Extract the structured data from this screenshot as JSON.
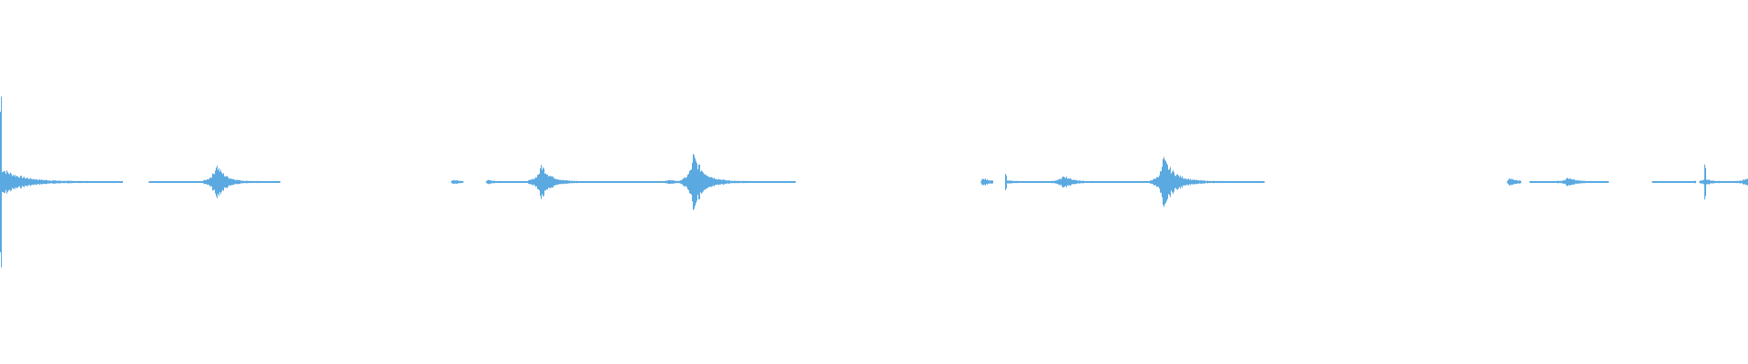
{
  "waveform": {
    "color": "#5aa9e0",
    "background": "#ffffff",
    "peaks": [
      {
        "t": 0.0,
        "amp": 0.42,
        "decay": 0.9
      },
      {
        "t": 0.123,
        "amp": 0.58,
        "decay": 0.35
      },
      {
        "t": 0.259,
        "amp": 0.05,
        "decay": 0.2
      },
      {
        "t": 0.279,
        "amp": 0.04,
        "decay": 0.2
      },
      {
        "t": 0.309,
        "amp": 0.56,
        "decay": 0.35
      },
      {
        "t": 0.383,
        "amp": 0.05,
        "decay": 0.2
      },
      {
        "t": 0.396,
        "amp": 0.85,
        "decay": 0.45
      },
      {
        "t": 0.562,
        "amp": 0.1,
        "decay": 0.25
      },
      {
        "t": 0.575,
        "amp": 0.04,
        "decay": 0.2
      },
      {
        "t": 0.608,
        "amp": 0.2,
        "decay": 0.3
      },
      {
        "t": 0.665,
        "amp": 0.72,
        "decay": 0.5
      },
      {
        "t": 0.863,
        "amp": 0.1,
        "decay": 0.25
      },
      {
        "t": 0.896,
        "amp": 0.12,
        "decay": 0.3
      },
      {
        "t": 0.975,
        "amp": 0.09,
        "decay": 0.2
      },
      {
        "t": 0.999,
        "amp": 0.13,
        "decay": 0.25
      }
    ],
    "segments": [
      {
        "start": 0.0,
        "end": 0.07
      },
      {
        "start": 0.085,
        "end": 0.16
      },
      {
        "start": 0.258,
        "end": 0.265
      },
      {
        "start": 0.278,
        "end": 0.455
      },
      {
        "start": 0.561,
        "end": 0.568
      },
      {
        "start": 0.575,
        "end": 0.723
      },
      {
        "start": 0.862,
        "end": 0.87
      },
      {
        "start": 0.875,
        "end": 0.92
      },
      {
        "start": 0.945,
        "end": 0.97
      },
      {
        "start": 0.972,
        "end": 1.0
      }
    ]
  }
}
